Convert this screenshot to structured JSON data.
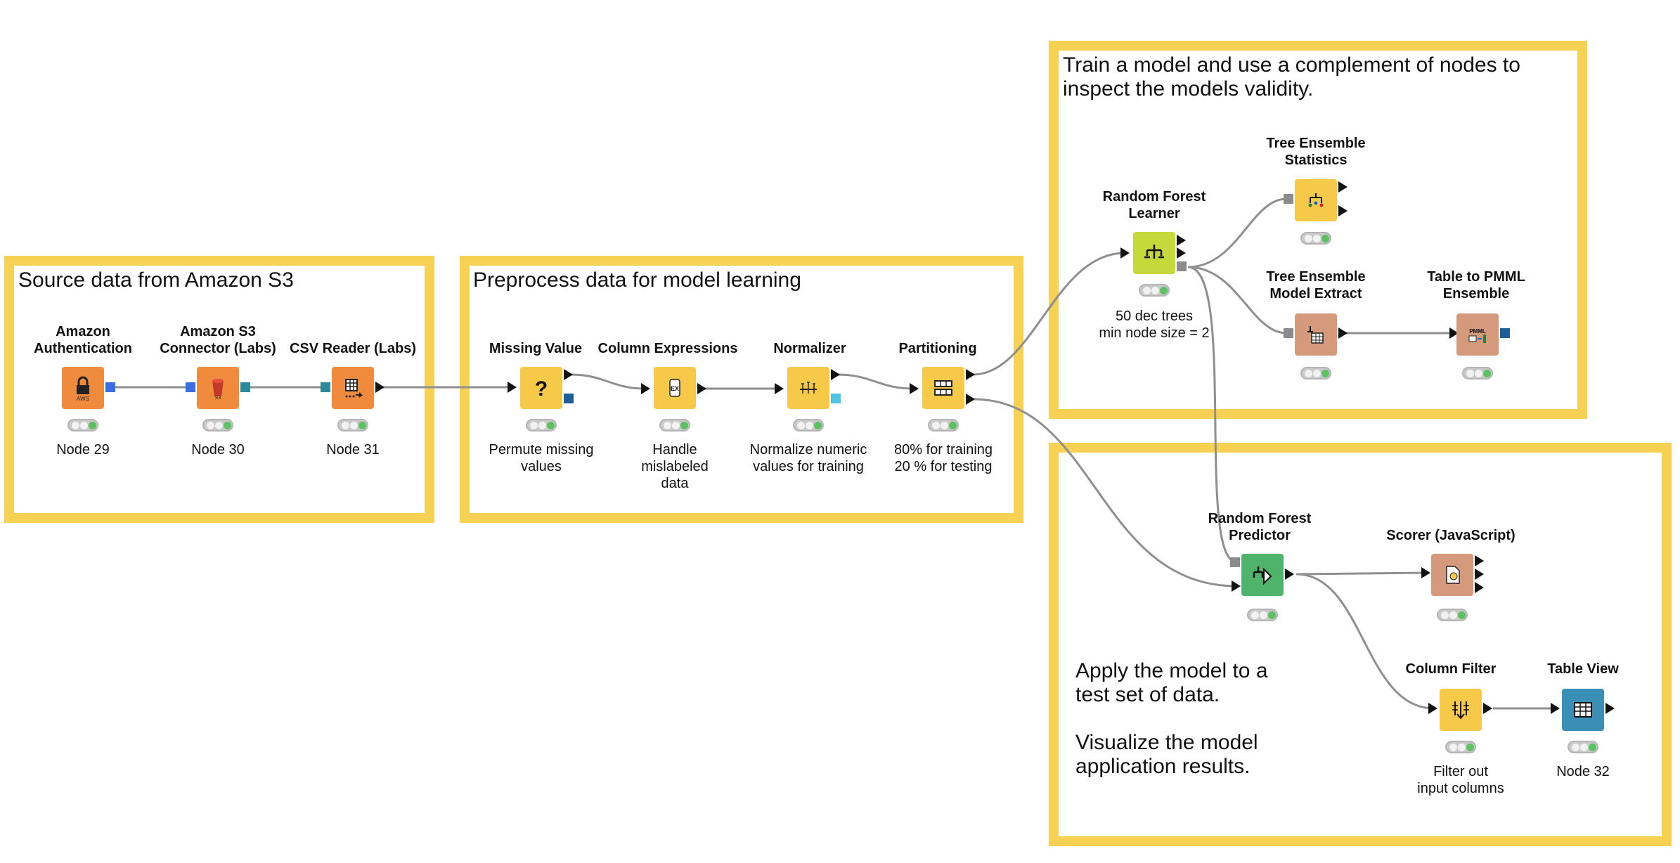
{
  "annotations": {
    "source": "Source data from Amazon S3",
    "preprocess": "Preprocess data for model learning",
    "train": "Train a model and use a complement of nodes to\ninspect the models validity.",
    "apply": "Apply the model to a\ntest set of data.\n\nVisualize the model\napplication results."
  },
  "nodes": {
    "aws_auth": {
      "title": "Amazon\nAuthentication",
      "label": "Node 29",
      "color": "#f08a3c",
      "icon": "lock-aws-icon"
    },
    "s3_connector": {
      "title": "Amazon S3\nConnector (Labs)",
      "label": "Node 30",
      "color": "#f08a3c",
      "icon": "s3-bucket-icon"
    },
    "csv_reader": {
      "title": "CSV Reader (Labs)",
      "label": "Node 31",
      "color": "#f08a3c",
      "icon": "csv-table-icon"
    },
    "missing_value": {
      "title": "Missing Value",
      "label": "Permute missing\nvalues",
      "color": "#f7c948",
      "icon": "question-icon"
    },
    "column_expressions": {
      "title": "Column Expressions",
      "label": "Handle\nmislabeled\ndata",
      "color": "#f7c948",
      "icon": "expression-icon"
    },
    "normalizer": {
      "title": "Normalizer",
      "label": "Normalize numeric\nvalues for training",
      "color": "#f7c948",
      "icon": "normalize-icon"
    },
    "partitioning": {
      "title": "Partitioning",
      "label": "80% for training\n20 % for testing",
      "color": "#f7c948",
      "icon": "partition-icon"
    },
    "rf_learner": {
      "title": "Random Forest\nLearner",
      "label": "50 dec trees\nmin node size = 2",
      "color": "#c6d93b",
      "icon": "forest-learner-icon"
    },
    "te_statistics": {
      "title": "Tree Ensemble\nStatistics",
      "label": "",
      "color": "#f7c948",
      "icon": "tree-stats-icon"
    },
    "te_model_extract": {
      "title": "Tree Ensemble\nModel Extract",
      "label": "",
      "color": "#d59a7c",
      "icon": "tree-extract-icon"
    },
    "table_to_pmml": {
      "title": "Table to PMML\nEnsemble",
      "label": "",
      "color": "#d59a7c",
      "icon": "pmml-icon"
    },
    "rf_predictor": {
      "title": "Random Forest\nPredictor",
      "label": "",
      "color": "#4fb36b",
      "icon": "forest-predictor-icon"
    },
    "scorer": {
      "title": "Scorer (JavaScript)",
      "label": "",
      "color": "#d59a7c",
      "icon": "scorer-icon"
    },
    "column_filter": {
      "title": "Column Filter",
      "label": "Filter out\ninput columns",
      "color": "#f7c948",
      "icon": "filter-icon"
    },
    "table_view": {
      "title": "Table View",
      "label": "Node 32",
      "color": "#3a8fb7",
      "icon": "table-view-icon"
    }
  }
}
